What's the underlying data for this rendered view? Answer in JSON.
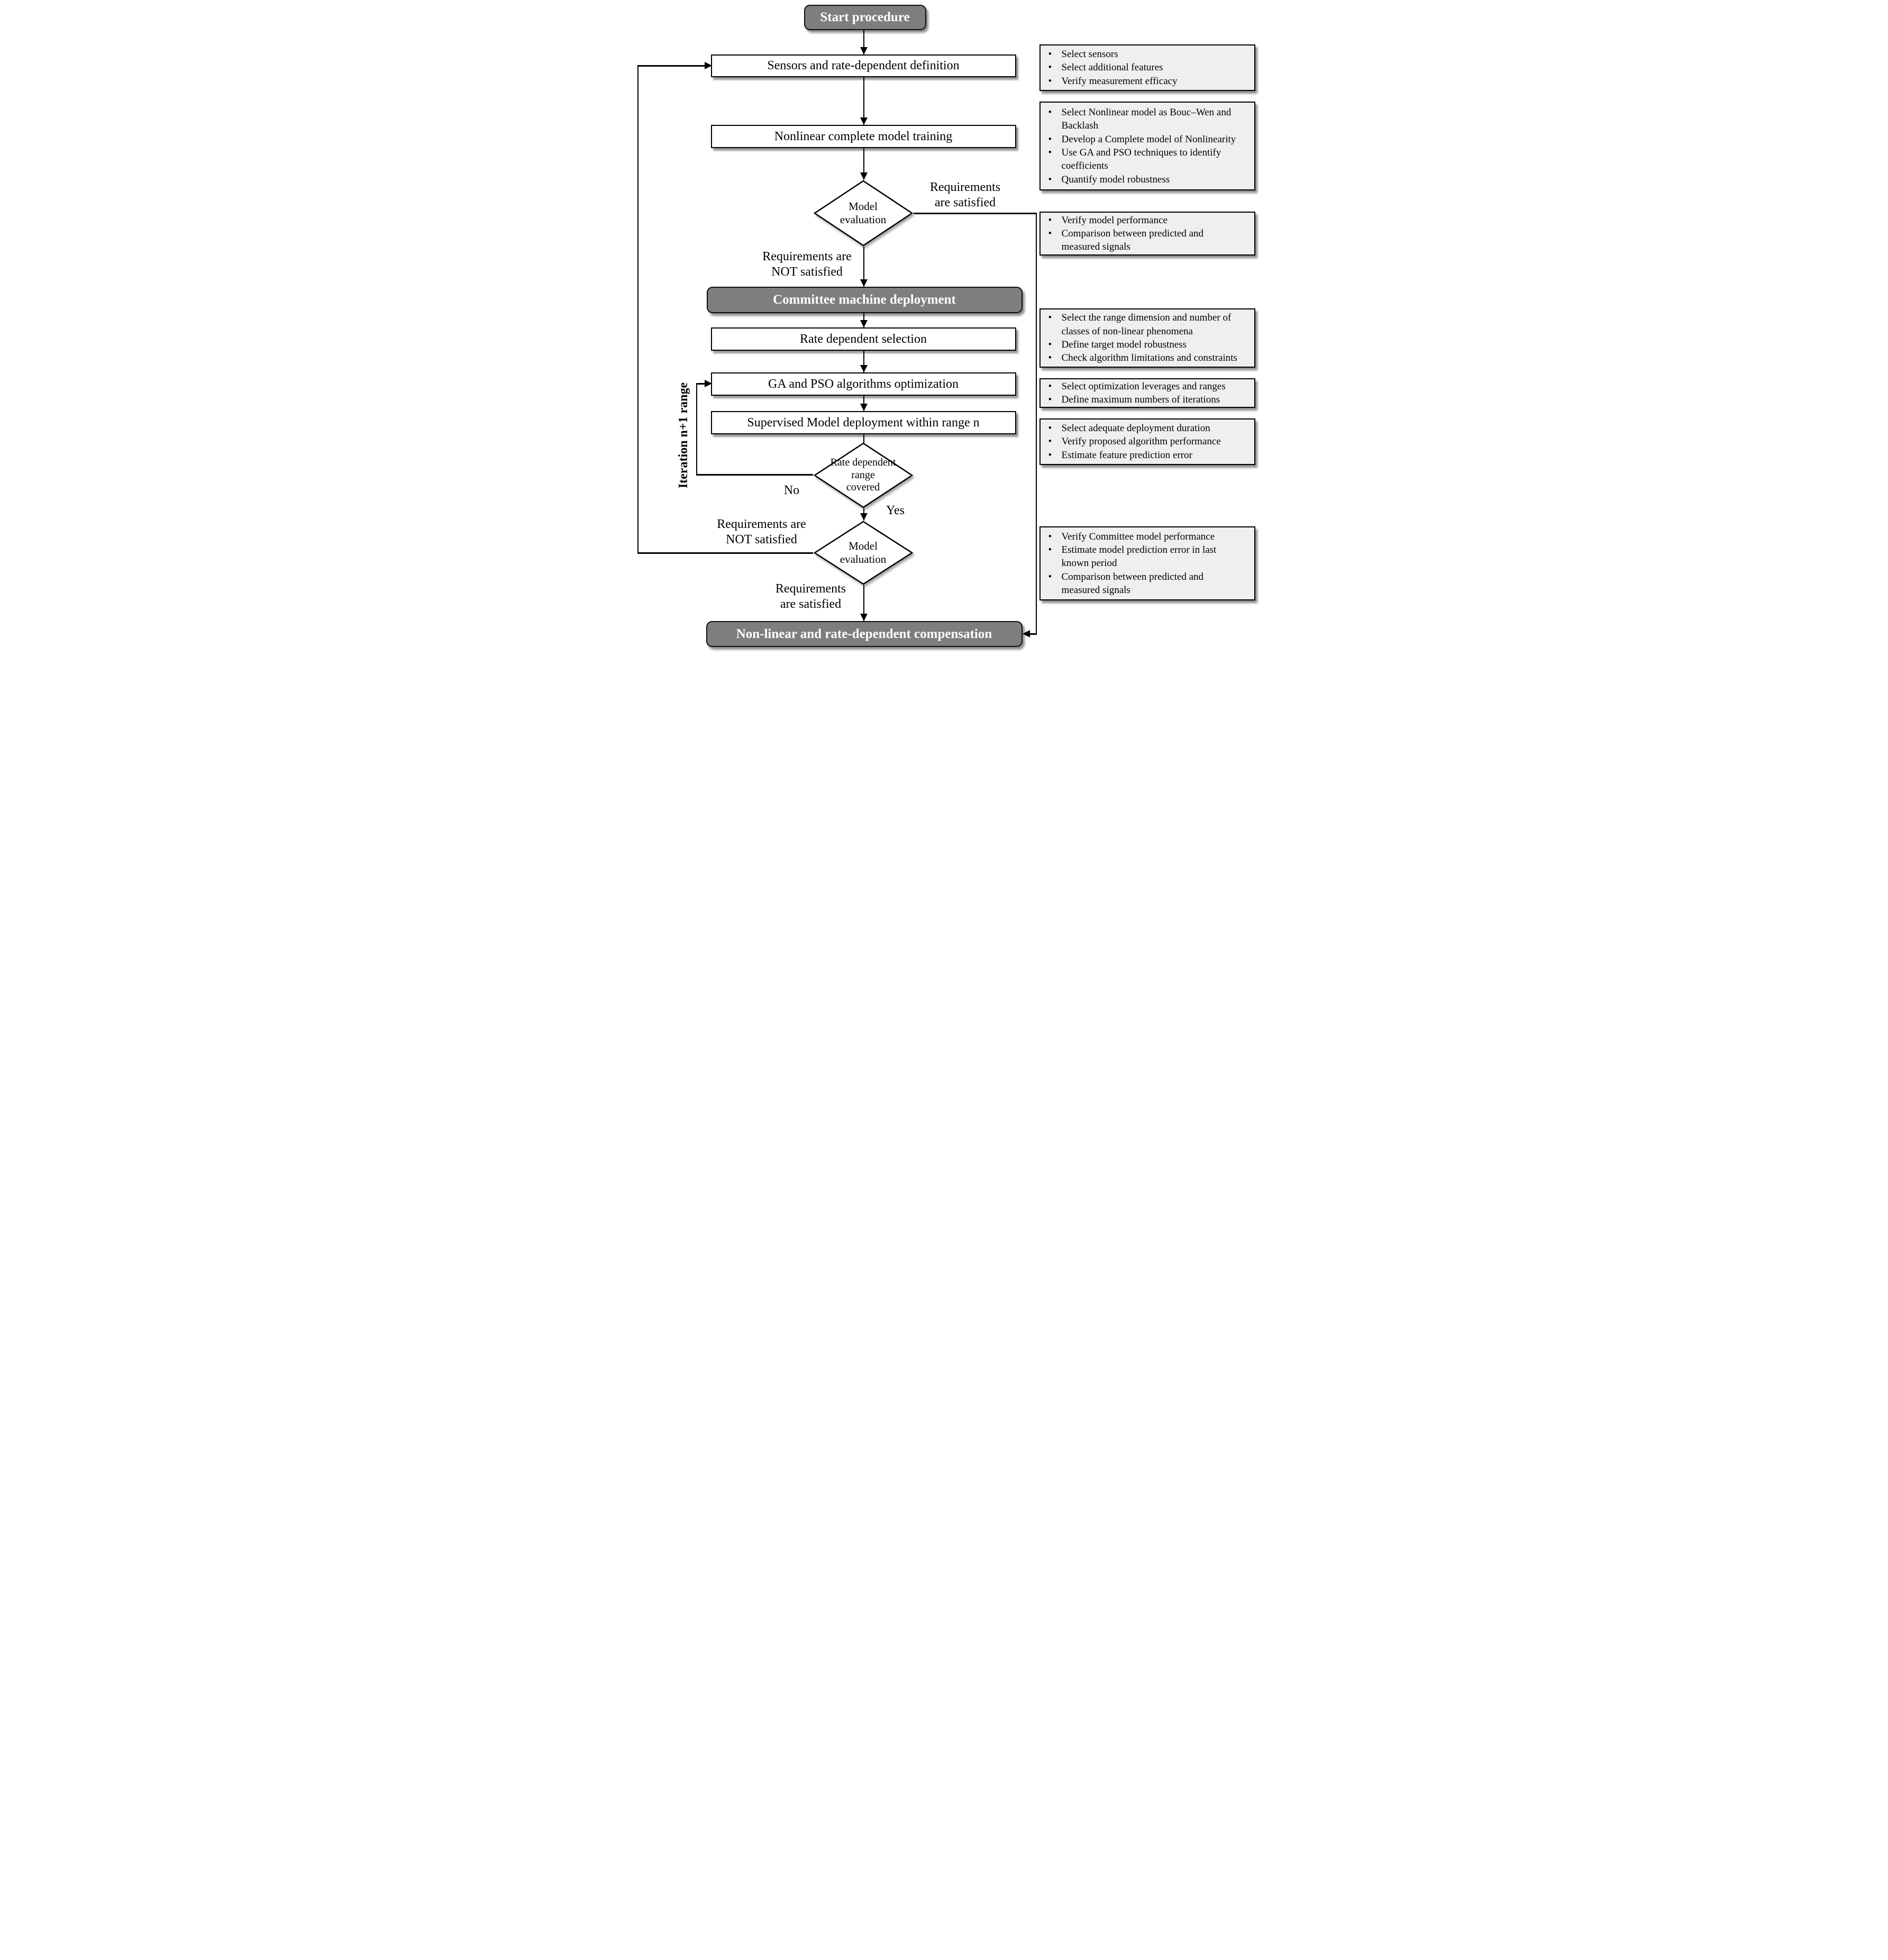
{
  "colors": {
    "terminator_fill": "#7e7e7e",
    "terminator_text": "#ffffff",
    "process_fill": "#ffffff",
    "annotation_fill": "#efefef",
    "line": "#000000"
  },
  "flow": {
    "start": "Start procedure",
    "sensors": "Sensors and rate-dependent definition",
    "training": "Nonlinear complete model training",
    "model_eval_1": "Model\nevaluation",
    "committee": "Committee machine deployment",
    "rate_selection": "Rate dependent selection",
    "ga_pso": "GA and PSO algorithms optimization",
    "supervised": "Supervised Model deployment within range n",
    "range_covered": "Rate dependent\nrange\ncovered",
    "model_eval_2": "Model\nevaluation",
    "compensation": "Non-linear and rate-dependent compensation"
  },
  "edge_labels": {
    "satisfied_top": "Requirements\nare satisfied",
    "not_satisfied_top": "Requirements are\nNOT satisfied",
    "no": "No",
    "yes": "Yes",
    "iteration_range": "Iteration n+1 range",
    "not_satisfied_bottom": "Requirements are\nNOT satisfied",
    "satisfied_bottom": "Requirements\nare satisfied"
  },
  "side_boxes": [
    {
      "items": [
        "Select sensors",
        "Select additional features",
        "Verify measurement efficacy"
      ]
    },
    {
      "items": [
        "Select Nonlinear model as Bouc–Wen and\nBacklash",
        "Develop a Complete model of Nonlinearity",
        "Use GA and PSO techniques to identify\ncoefficients",
        "Quantify model robustness"
      ]
    },
    {
      "items": [
        "Verify model performance",
        "Comparison between predicted and\nmeasured signals"
      ]
    },
    {
      "items": [
        "Select the range dimension and number of\nclasses of non-linear phenomena",
        "Define target model robustness",
        "Check algorithm limitations and constraints"
      ]
    },
    {
      "items": [
        "Select optimization leverages and ranges",
        "Define maximum numbers of iterations"
      ]
    },
    {
      "items": [
        "Select adequate deployment duration",
        "Verify proposed algorithm performance",
        "Estimate feature prediction error"
      ]
    },
    {
      "items": [
        "Verify Committee model performance",
        "Estimate model prediction error in last\nknown period",
        "Comparison between predicted and\nmeasured signals"
      ]
    }
  ]
}
